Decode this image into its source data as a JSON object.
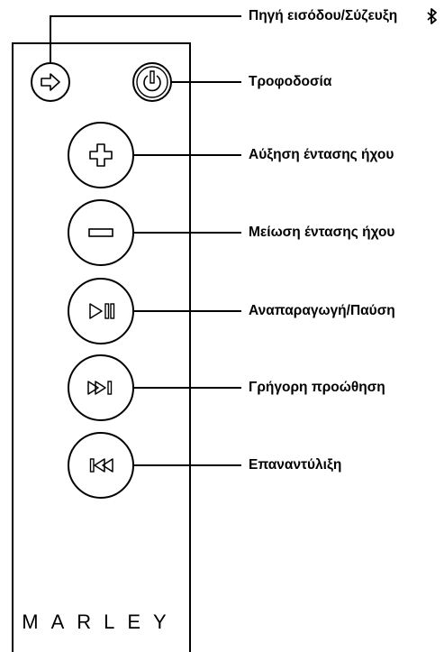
{
  "brand": "MARLEY",
  "labels": {
    "input": "Πηγή εισόδου/Σύζευξη",
    "power": "Τροφοδοσία",
    "volume_up": "Αύξηση έντασης ήχου",
    "volume_down": "Μείωση έντασης ήχου",
    "play_pause": "Αναπαραγωγή/Παύση",
    "fast_forward": "Γρήγορη προώθηση",
    "rewind": "Επαναντύλιξη"
  },
  "icons": {
    "input": "arrow-right-icon",
    "power": "power-icon",
    "bluetooth": "bluetooth-icon",
    "volume_up": "plus-icon",
    "volume_down": "minus-icon",
    "play_pause": "play-pause-icon",
    "fast_forward": "fast-forward-icon",
    "rewind": "rewind-icon"
  },
  "colors": {
    "line": "#000000",
    "background": "#ffffff"
  }
}
